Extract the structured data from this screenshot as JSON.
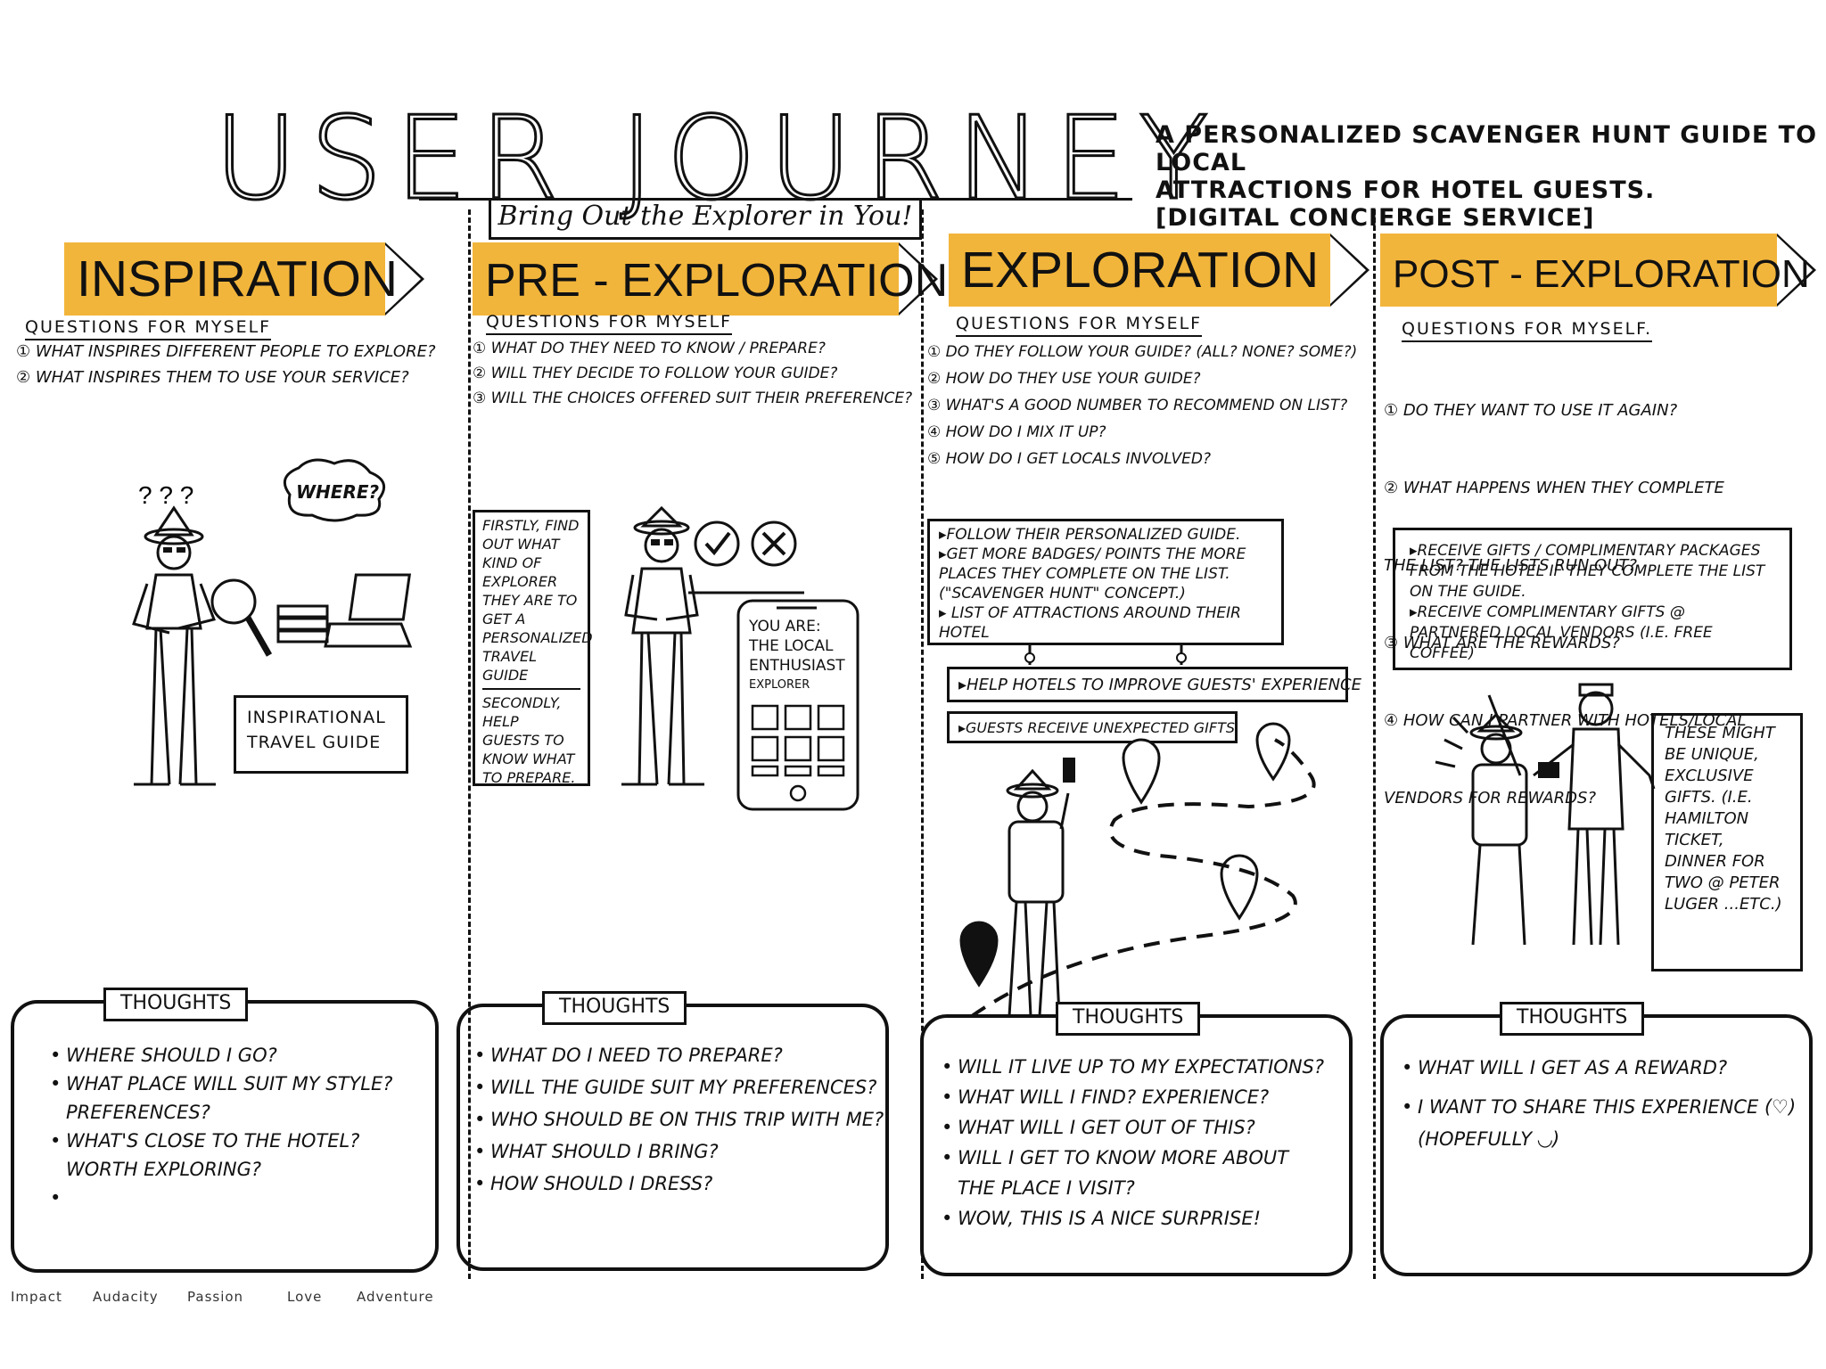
{
  "header": {
    "title": "USER JOURNEY",
    "subtitle_line1": "A PERSONALIZED SCAVENGER HUNT GUIDE TO LOCAL",
    "subtitle_line2": "ATTRACTIONS FOR HOTEL GUESTS.",
    "subtitle_line3": "[DIGITAL CONCIERGE SERVICE]",
    "tagline": "Bring Out the Explorer in You!"
  },
  "colors": {
    "accent": "#F2B53B",
    "ink": "#111111"
  },
  "stages": [
    {
      "title": "INSPIRATION",
      "questions_heading": "QUESTIONS FOR MYSELF",
      "questions": [
        "① WHAT INSPIRES DIFFERENT PEOPLE TO EXPLORE?",
        "② WHAT INSPIRES THEM TO USE YOUR SERVICE?"
      ],
      "thought_bubble": "WHERE?",
      "caption": "INSPIRATIONAL\nTRAVEL GUIDE",
      "thoughts_heading": "THOUGHTS",
      "thoughts": [
        "WHERE SHOULD I GO?",
        "WHAT PLACE WILL SUIT MY STYLE?\nPREFERENCES?",
        "WHAT'S CLOSE TO THE HOTEL?\nWORTH EXPLORING?",
        ""
      ]
    },
    {
      "title": "PRE - EXPLORATION",
      "questions_heading": "QUESTIONS FOR MYSELF",
      "questions": [
        "① WHAT DO THEY NEED TO KNOW / PREPARE?",
        "② WILL THEY DECIDE TO FOLLOW YOUR GUIDE?",
        "③ WILL THE CHOICES OFFERED SUIT THEIR PREFERENCE?"
      ],
      "note_firstly": "FIRSTLY, FIND OUT WHAT KIND OF EXPLORER THEY ARE TO GET A PERSONALIZED TRAVEL GUIDE",
      "note_secondly": "SECONDLY, HELP GUESTS TO KNOW WHAT TO PREPARE.",
      "phone_line1": "YOU ARE:",
      "phone_line2": "THE LOCAL ENTHUSIAST",
      "phone_line3": "EXPLORER",
      "thoughts_heading": "THOUGHTS",
      "thoughts": [
        "WHAT DO I NEED TO PREPARE?",
        "WILL THE GUIDE SUIT MY PREFERENCES?",
        "WHO SHOULD BE ON THIS TRIP WITH ME?",
        "WHAT SHOULD I BRING?",
        "HOW SHOULD I DRESS?"
      ]
    },
    {
      "title": "EXPLORATION",
      "questions_heading": "QUESTIONS FOR MYSELF",
      "questions": [
        "① DO THEY FOLLOW YOUR GUIDE? (ALL? NONE? SOME?)",
        "② HOW DO THEY USE YOUR GUIDE?",
        "③ WHAT'S A GOOD NUMBER TO RECOMMEND ON LIST?",
        "④ HOW DO I MIX IT UP?",
        "⑤ HOW DO I GET LOCALS INVOLVED?"
      ],
      "box_items": [
        "▸FOLLOW THEIR PERSONALIZED GUIDE.",
        "▸GET MORE BADGES/ POINTS THE MORE PLACES THEY COMPLETE ON THE LIST. (\"SCAVENGER HUNT\" CONCEPT.)",
        "▸ LIST OF ATTRACTIONS AROUND THEIR HOTEL"
      ],
      "tag1": "▸HELP HOTELS TO IMPROVE GUESTS' EXPERIENCE",
      "tag2": "▸GUESTS RECEIVE UNEXPECTED GIFTS",
      "thoughts_heading": "THOUGHTS",
      "thoughts": [
        "WILL IT LIVE UP TO MY EXPECTATIONS?",
        "WHAT WILL I FIND? EXPERIENCE?",
        "WHAT WILL I GET OUT OF THIS?",
        "WILL I GET TO KNOW MORE ABOUT\nTHE PLACE I VISIT?",
        "WOW, THIS IS A NICE SURPRISE!"
      ]
    },
    {
      "title": "POST - EXPLORATION",
      "questions_heading": "QUESTIONS FOR MYSELF.",
      "questions": [
        "① DO THEY WANT TO USE IT AGAIN?",
        "② WHAT HAPPENS WHEN THEY COMPLETE",
        "   THE LIST? THE LISTS RUN OUT?",
        "③ WHAT ARE THE REWARDS?",
        "④ HOW CAN I PARTNER WITH HOTELS/LOCAL",
        "   VENDORS FOR REWARDS?"
      ],
      "box_items": [
        "▸RECEIVE GIFTS / COMPLIMENTARY PACKAGES FROM THE HOTEL IF THEY COMPLETE THE LIST ON THE GUIDE.",
        "▸RECEIVE COMPLIMENTARY GIFTS @ PARTNERED LOCAL VENDORS (I.E. FREE COFFEE)"
      ],
      "side_note": "THESE MIGHT BE UNIQUE, EXCLUSIVE GIFTS. (I.E. HAMILTON TICKET, DINNER FOR TWO @ PETER LUGER ...ETC.)",
      "thoughts_heading": "THOUGHTS",
      "thoughts": [
        "WHAT WILL I GET AS A REWARD?",
        "I WANT TO SHARE THIS EXPERIENCE (♡)\n(HOPEFULLY ◡)"
      ]
    }
  ],
  "footer": {
    "words": [
      "Impact",
      "Audacity",
      "Passion",
      "Love",
      "Adventure"
    ]
  }
}
